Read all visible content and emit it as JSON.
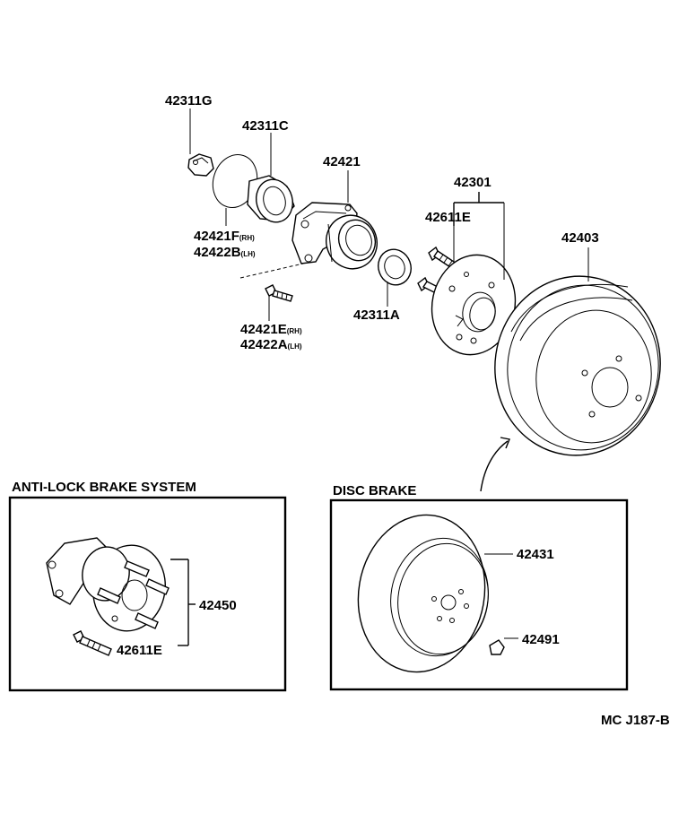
{
  "labels": {
    "p42311G": "42311G",
    "p42311C": "42311C",
    "p42421": "42421",
    "p42301": "42301",
    "p42611E_top": "42611E",
    "p42403": "42403",
    "p42421F": "42421F",
    "p42421F_suffix": "(RH)",
    "p42422B": "42422B",
    "p42422B_suffix": "(LH)",
    "p42311A": "42311A",
    "p42421E": "42421E",
    "p42421E_suffix": "(RH)",
    "p42422A": "42422A",
    "p42422A_suffix": "(LH)",
    "p42450": "42450",
    "p42611E_abs": "42611E",
    "p42431": "42431",
    "p42491": "42491",
    "diagram_code": "MC J187-B"
  },
  "sections": {
    "abs_title": "ANTI-LOCK BRAKE SYSTEM",
    "disc_title": "DISC BRAKE"
  }
}
